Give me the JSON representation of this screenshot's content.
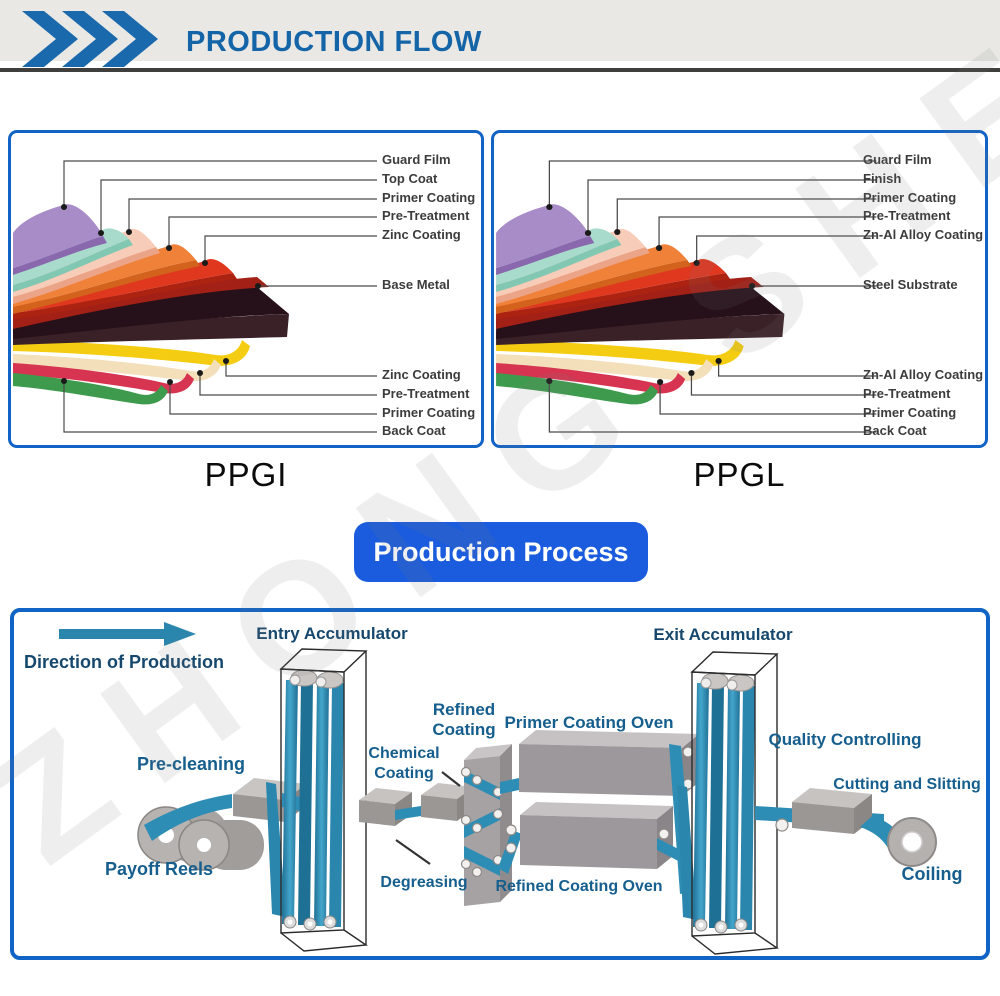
{
  "header": {
    "title": "PRODUCTION FLOW"
  },
  "watermark": "ZHONG SHENG",
  "panels": [
    {
      "caption": "PPGI",
      "labels_top": [
        "Guard Film",
        "Top Coat",
        "Primer Coating",
        "Pre-Treatment",
        "Zinc Coating"
      ],
      "label_middle": "Base Metal",
      "labels_bottom": [
        "Zinc Coating",
        "Pre-Treatment",
        "Primer Coating",
        "Back Coat"
      ]
    },
    {
      "caption": "PPGL",
      "labels_top": [
        "Guard Film",
        "Finish",
        "Primer Coating",
        "Pre-Treatment",
        "Zn-Al Alloy Coating"
      ],
      "label_middle": "Steel Substrate",
      "labels_bottom": [
        "Zn-Al Alloy Coating",
        "Pre-Treatment",
        "Primer Coating",
        "Back Coat"
      ]
    }
  ],
  "process_button": {
    "label": "Production Process"
  },
  "process_diagram": {
    "labels": {
      "direction": "Direction of Production",
      "entry_accumulator": "Entry Accumulator",
      "exit_accumulator": "Exit Accumulator",
      "pre_cleaning": "Pre-cleaning",
      "payoff_reels": "Payoff Reels",
      "chemical_coating": "Chemical Coating",
      "degreasing": "Degreasing",
      "refined_coating": "Refined Coating",
      "primer_coating_oven": "Primer Coating Oven",
      "refined_coating_oven": "Refined Coating Oven",
      "quality_controlling": "Quality Controlling",
      "cutting_slitting": "Cutting and Slitting",
      "coiling": "Coiling"
    }
  },
  "colors": {
    "header_text": "#1464a8",
    "chevron_blue": "#1b69ad",
    "panel_border": "#1163c6",
    "button_bg": "#1a5cdd",
    "button_text": "#ffffff",
    "process_label_blue": "#155e8d",
    "belt_teal": "#2e8db4",
    "machine_gray": "#9d989b",
    "layer_colors_top": [
      "#a78cc8",
      "#a9dbcc",
      "#f7cdb9",
      "#f08138",
      "#e0371f"
    ],
    "base_metal_color": "#261019",
    "layer_colors_bottom": [
      "#f4cd13",
      "#f3dfba",
      "#d63450",
      "#3e9b4d"
    ]
  }
}
